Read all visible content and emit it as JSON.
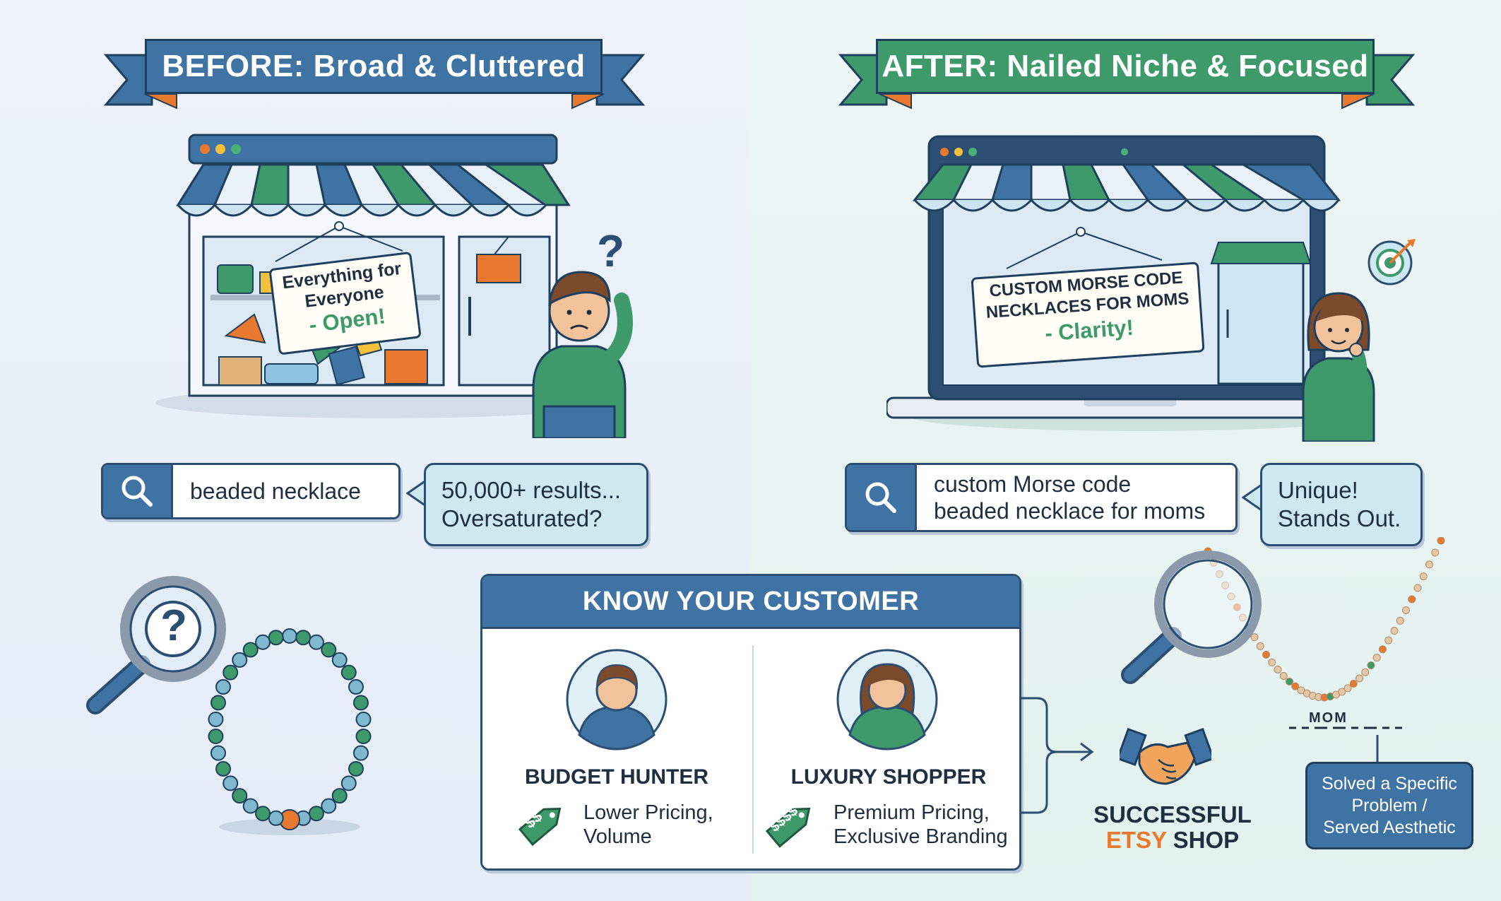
{
  "before": {
    "banner": "BEFORE: Broad & Cluttered",
    "sign_line1": "Everything for",
    "sign_line2": "Everyone",
    "sign_tagline": "- Open!",
    "question_mark": "?",
    "search_query": "beaded necklace",
    "result_line1": "50,000+ results...",
    "result_line2": "Oversaturated?"
  },
  "after": {
    "banner": "AFTER: Nailed Niche & Focused",
    "sign_line1": "CUSTOM MORSE CODE",
    "sign_line2": "NECKLACES FOR MOMS",
    "sign_tagline": "- Clarity!",
    "search_line1": "custom Morse code",
    "search_line2": "beaded necklace for moms",
    "result_line1": "Unique!",
    "result_line2": "Stands Out.",
    "necklace_text": "MOM",
    "solved_line1": "Solved a Specific",
    "solved_line2": "Problem /",
    "solved_line3": "Served Aesthetic"
  },
  "customer": {
    "title": "KNOW YOUR CUSTOMER",
    "personas": [
      {
        "name": "BUDGET HUNTER",
        "tag": "$$",
        "desc_line1": "Lower Pricing,",
        "desc_line2": "Volume"
      },
      {
        "name": "LUXURY SHOPPER",
        "tag": "$$$$",
        "desc_line1": "Premium Pricing,",
        "desc_line2": "Exclusive Branding"
      }
    ]
  },
  "result": {
    "line1": "SUCCESSFUL",
    "line2_accent": "ETSY",
    "line2_rest": "SHOP"
  },
  "colors": {
    "blue": "#3f73a3",
    "green": "#3f9a6b",
    "navy": "#2b4e72",
    "orange": "#e8792f",
    "bubble": "#cfe9f3"
  },
  "icons": [
    "search-icon",
    "magnifier-icon",
    "handshake-icon",
    "target-icon",
    "price-tag-icon",
    "question-icon"
  ]
}
